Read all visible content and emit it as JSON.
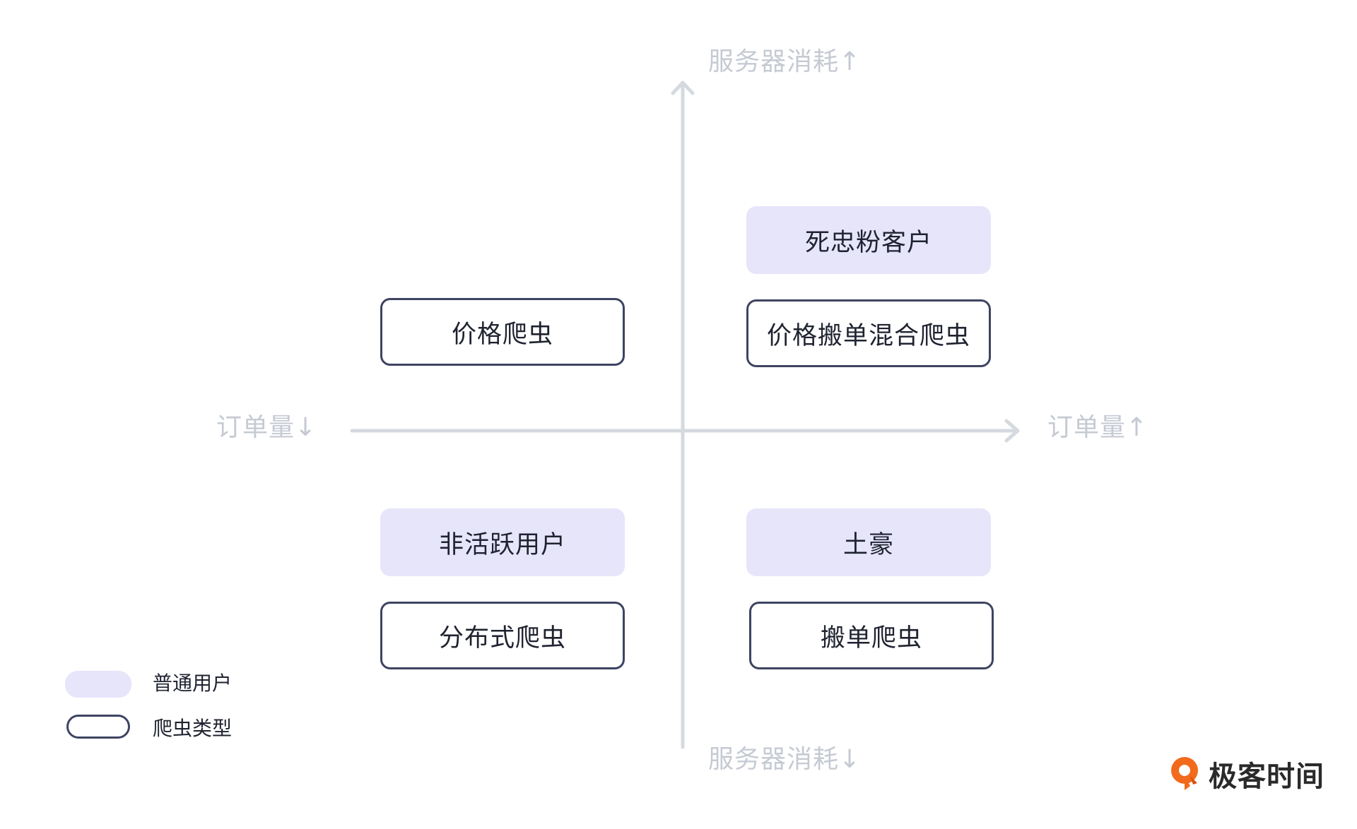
{
  "axes": {
    "y_top_label": "服务器消耗↑",
    "y_bottom_label": "服务器消耗↓",
    "x_left_label": "订单量↓",
    "x_right_label": "订单量↑",
    "axis_color": "#d5dae0"
  },
  "quadrants": {
    "top_right_user": "死忠粉客户",
    "top_right_crawler": "价格搬单混合爬虫",
    "top_left_crawler": "价格爬虫",
    "bottom_left_user": "非活跃用户",
    "bottom_left_crawler": "分布式爬虫",
    "bottom_right_user": "土豪",
    "bottom_right_crawler": "搬单爬虫"
  },
  "legend": {
    "user_label": "普通用户",
    "crawler_label": "爬虫类型"
  },
  "brand": {
    "name": "极客时间",
    "accent_color": "#f26a1b"
  },
  "colors": {
    "user_fill": "#e6e5fa",
    "crawler_border": "#3e4461",
    "text": "#1f2330",
    "axis_text": "#c5cad3"
  }
}
